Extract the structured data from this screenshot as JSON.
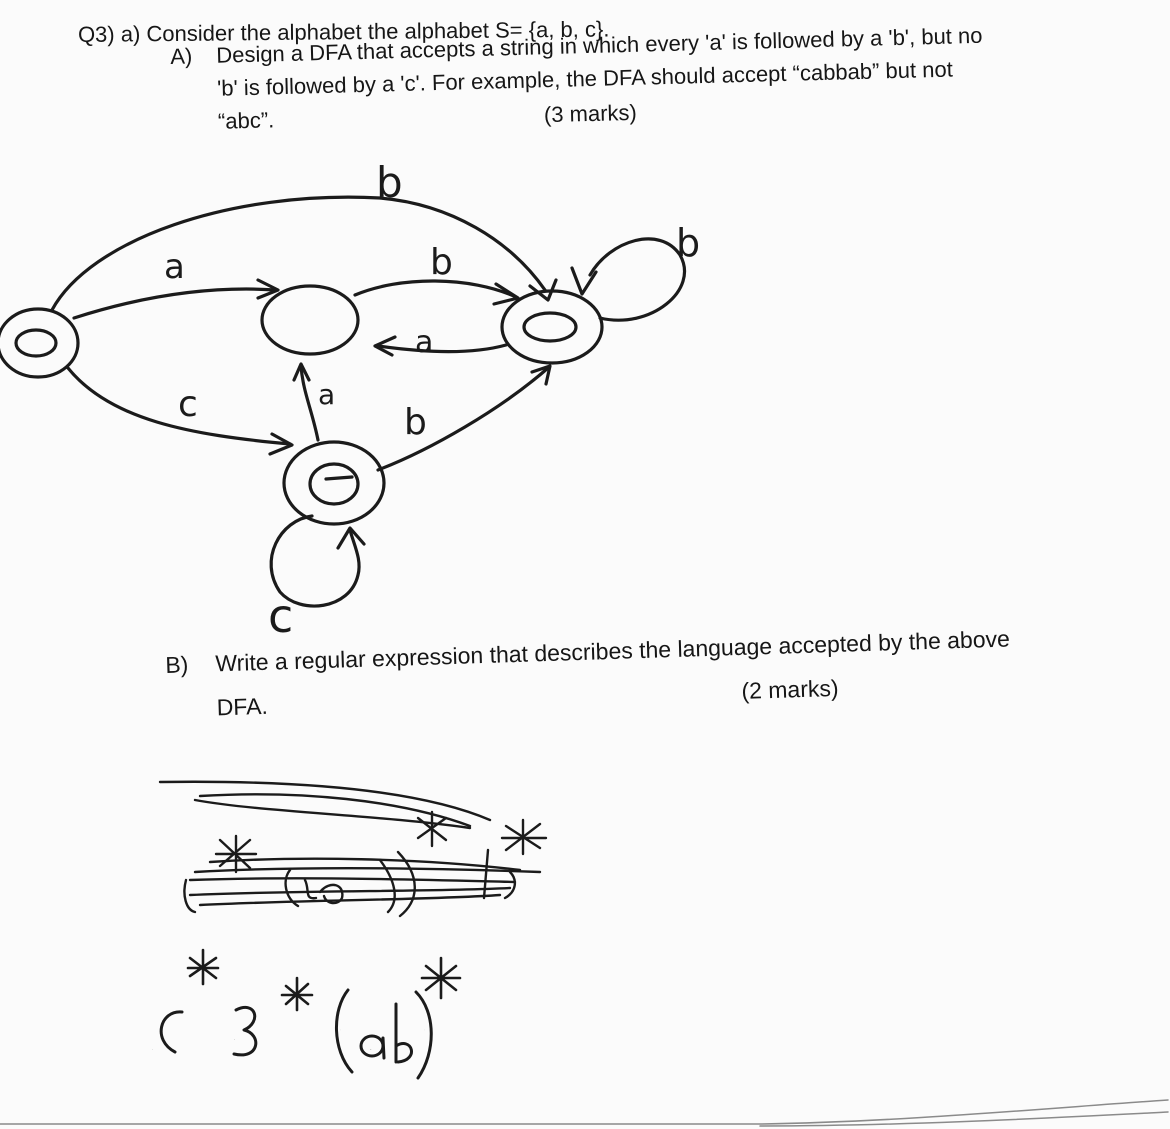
{
  "question": {
    "title": "Q3) a) Consider the alphabet the alphabet S= {a, b, c}."
  },
  "part_a": {
    "label": "A)",
    "lines": [
      "Design a DFA that accepts a string in which every 'a' is followed by a 'b', but no",
      "'b' is followed by a 'c'. For example, the DFA should accept “cabbab” but not",
      "“abc”."
    ],
    "marks": "(3 marks)"
  },
  "diagram": {
    "transition_labels": {
      "top_arc": "b",
      "start_to_mid": "a",
      "mid_to_right": "b",
      "right_self_loop": "b",
      "right_to_mid": "a",
      "start_to_bottom": "c",
      "bottom_to_mid": "a",
      "bottom_to_right": "b",
      "bottom_self_loop": "c"
    }
  },
  "part_b": {
    "label": "B)",
    "lines": [
      "Write a regular expression that describes the language accepted by the above",
      "DFA."
    ],
    "marks": "(2 marks)"
  },
  "answer": {
    "regex_tokens": [
      "c",
      "*",
      "b",
      "*",
      "(",
      "ab",
      ")",
      "*"
    ]
  }
}
